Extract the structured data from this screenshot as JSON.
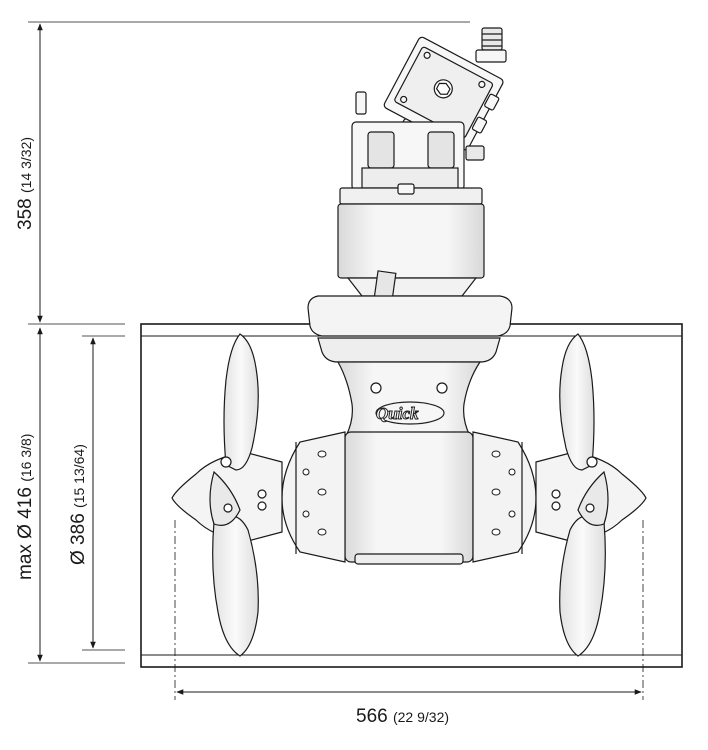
{
  "brand": {
    "logo_text": "Quick"
  },
  "dimensions": {
    "height": {
      "value": "358",
      "fraction": "(14 3/32)"
    },
    "max_diameter": {
      "value": "max Ø 416",
      "fraction": "(16 3/8)"
    },
    "diameter": {
      "value": "Ø 386",
      "fraction": "(15 13/64)"
    },
    "width": {
      "value": "566",
      "fraction": "(22 9/32)"
    }
  },
  "colors": {
    "line": "#1a1a1a",
    "fill_light": "#f7f7f7",
    "fill_mid": "#ececec",
    "shade": "#d6d6d6"
  }
}
